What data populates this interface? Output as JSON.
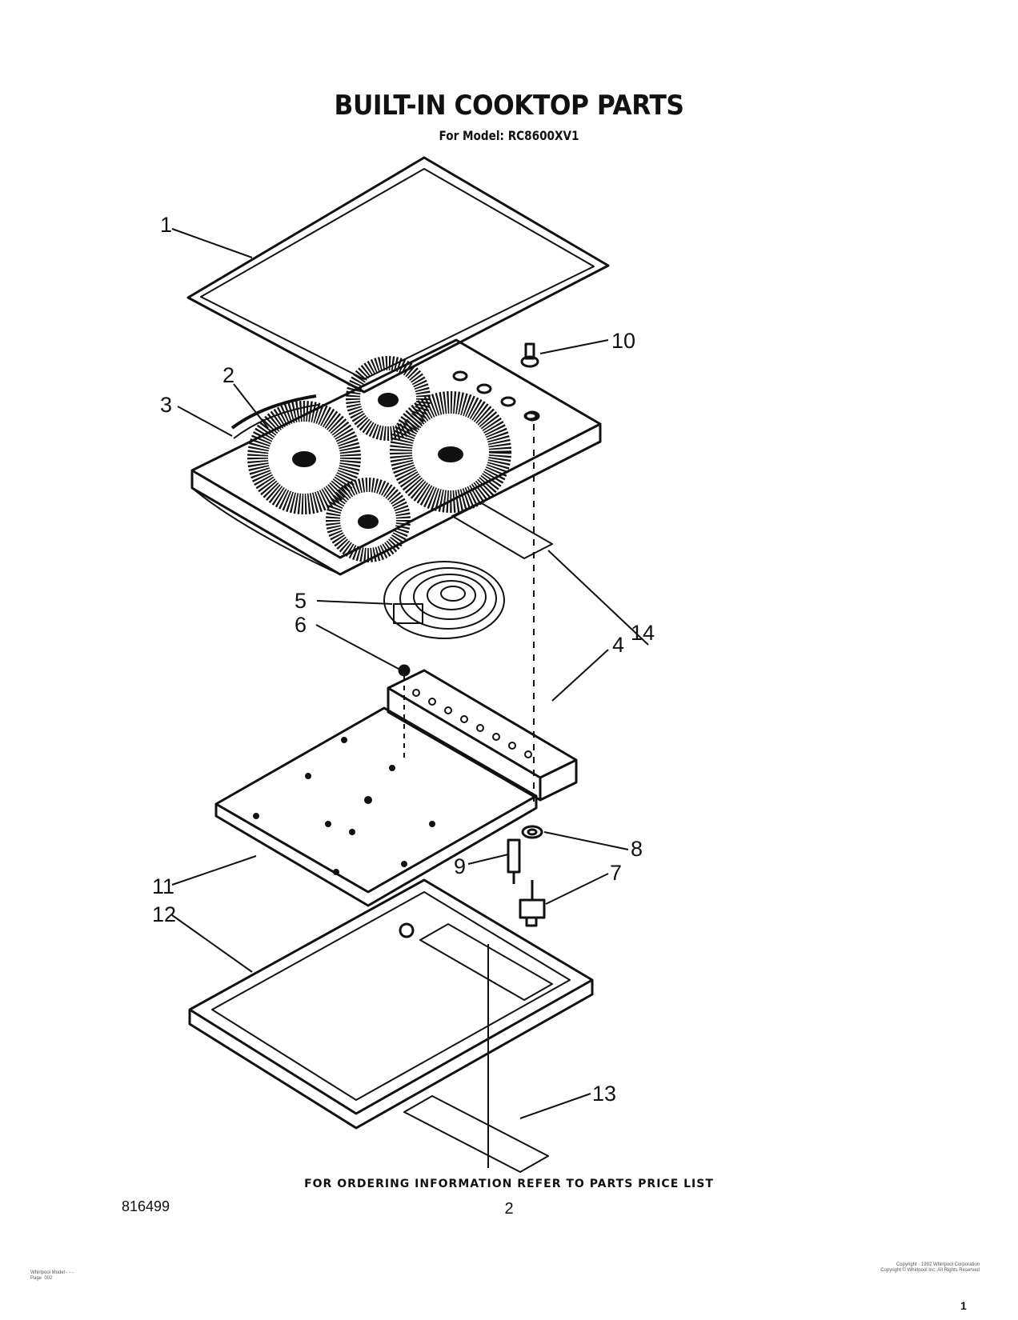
{
  "page": {
    "title": "BUILT-IN COOKTOP PARTS",
    "model_line": "For Model: RC8600XV1",
    "ordering_note": "FOR ORDERING INFORMATION REFER TO PARTS PRICE LIST",
    "doc_number": "816499",
    "page_number": "2",
    "footer_left": "Whirlpool Model - - -\nPage  002",
    "footer_right": "Copyright - 1992 Whirlpool Corporation\nCopyright © Whirlpool Inc. All Rights Reserved",
    "corner_mark": "1"
  },
  "callouts": {
    "c1": "1",
    "c2": "2",
    "c3": "3",
    "c4": "4",
    "c5": "5",
    "c6": "6",
    "c7": "7",
    "c8": "8",
    "c9": "9",
    "c10": "10",
    "c11": "11",
    "c12": "12",
    "c13": "13",
    "c14": "14"
  }
}
